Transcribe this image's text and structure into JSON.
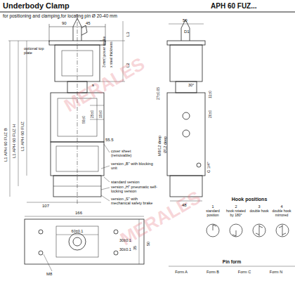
{
  "diagram": {
    "title": "Underbody Clamp",
    "labels": [
      "APH 60 FUZ...",
      "for positioning and clamping,for locating pin Ø 20-40 mm",
      "90",
      "45",
      "50",
      "D1",
      "optional top plate",
      "3 mm) power stroke",
      "x steel thickness",
      "L3",
      "L2",
      "55±0",
      "25±0",
      "15±0",
      "s",
      "L1 APH 60 FUZ B",
      "L1 APH 60 FUZ H",
      "L1 APH 60 FUZ",
      "55.5",
      "cover sheet (removable)",
      "version „B\" with blocking unit",
      "standard version",
      "version „H\" pneumatic self-locking version",
      "version „S\" with mechanical safety brake",
      "107",
      "30°",
      "11±0",
      "27±0.05",
      "20±0",
      "M8/12 deep",
      "Ø12 deep",
      "G 1/4\"",
      "48",
      "166",
      "60±0.1",
      "30±0.1",
      "30±0.1",
      "50",
      "35",
      "M8",
      "Hook positions",
      "1",
      "standard position",
      "2",
      "hook rotated by 180°",
      "3",
      "double hook",
      "4",
      "double hook mirrored",
      "Pin form",
      "Form A",
      "Form B",
      "Form C",
      "Form N",
      "MERALES",
      "MERALES"
    ]
  }
}
